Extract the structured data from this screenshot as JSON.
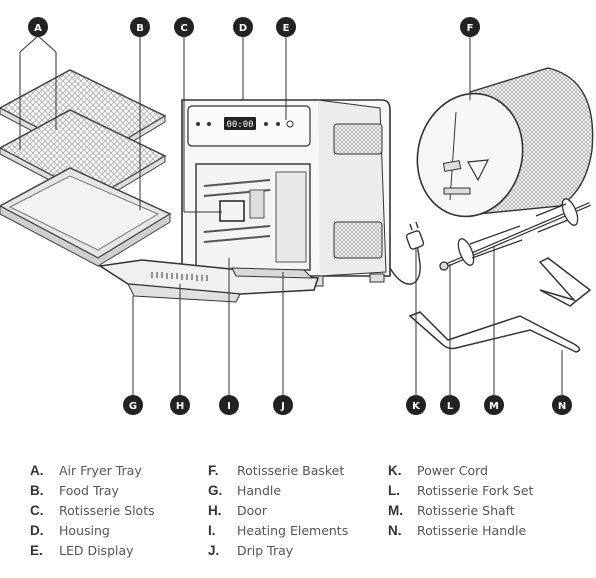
{
  "callouts": {
    "A": "A",
    "B": "B",
    "C": "C",
    "D": "D",
    "E": "E",
    "F": "F",
    "G": "G",
    "H": "H",
    "I": "I",
    "J": "J",
    "K": "K",
    "L": "L",
    "M": "M",
    "N": "N"
  },
  "display": {
    "readout": "00:00"
  },
  "legend": {
    "col1": [
      {
        "key": "A.",
        "label": "Air Fryer Tray"
      },
      {
        "key": "B.",
        "label": "Food Tray"
      },
      {
        "key": "C.",
        "label": "Rotisserie Slots"
      },
      {
        "key": "D.",
        "label": "Housing"
      },
      {
        "key": "E.",
        "label": "LED Display"
      }
    ],
    "col2": [
      {
        "key": "F.",
        "label": "Rotisserie Basket"
      },
      {
        "key": "G.",
        "label": "Handle"
      },
      {
        "key": "H.",
        "label": "Door"
      },
      {
        "key": "I.",
        "label": "Heating Elements"
      },
      {
        "key": "J.",
        "label": "Drip Tray"
      }
    ],
    "col3": [
      {
        "key": "K.",
        "label": "Power Cord"
      },
      {
        "key": "L.",
        "label": "Rotisserie Fork Set"
      },
      {
        "key": "M.",
        "label": "Rotisserie Shaft"
      },
      {
        "key": "N.",
        "label": "Rotisserie Handle"
      }
    ]
  },
  "colors": {
    "badge": "#222222",
    "line": "#333333",
    "mesh": "#888888",
    "text": "#444444"
  }
}
